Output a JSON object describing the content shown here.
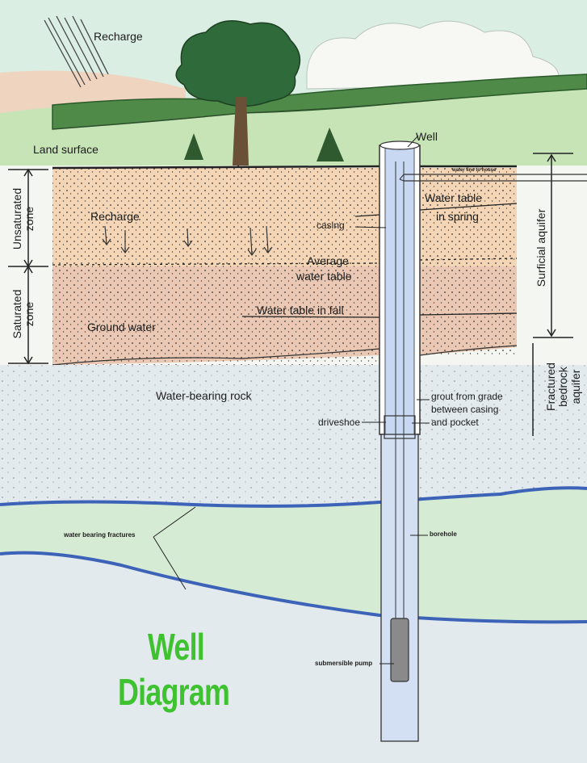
{
  "title": {
    "line1": "Well",
    "line2": "Diagram"
  },
  "labels": {
    "recharge_top": "Recharge",
    "land_surface": "Land surface",
    "well": "Well",
    "water_line_to_house": "water line to house",
    "water_table_spring_1": "Water table",
    "water_table_spring_2": "in spring",
    "casing": "casing",
    "recharge_soil": "Recharge",
    "average_water_table_1": "Average",
    "average_water_table_2": "water table",
    "water_table_fall": "Water table in fall",
    "ground_water": "Ground water",
    "water_bearing_rock": "Water-bearing rock",
    "grout_1": "grout from grade",
    "grout_2": "between casing",
    "grout_3": "and pocket",
    "driveshoe": "driveshoe",
    "water_bearing_fractures": "water bearing fractures",
    "borehole": "borehole",
    "submersible_pump": "submersible pump"
  },
  "zones": {
    "unsaturated_1": "Unsaturated",
    "unsaturated_2": "zone",
    "saturated_1": "Saturated",
    "saturated_2": "zone",
    "surficial_aquifer": "Surficial aquifer",
    "fractured_1": "Fractured",
    "fractured_2": "bedrock",
    "fractured_3": "aquifer"
  },
  "colors": {
    "sky": "#d8eadf",
    "hills_green": "#bfe0b0",
    "hedge_green": "#3f7a3c",
    "soil_peach": "#f3cda8",
    "rock_blue": "#dfe7ef",
    "fracture_blue": "#3d63b8",
    "well_blue": "#c8d8f2",
    "title_green": "#3fc22f"
  }
}
